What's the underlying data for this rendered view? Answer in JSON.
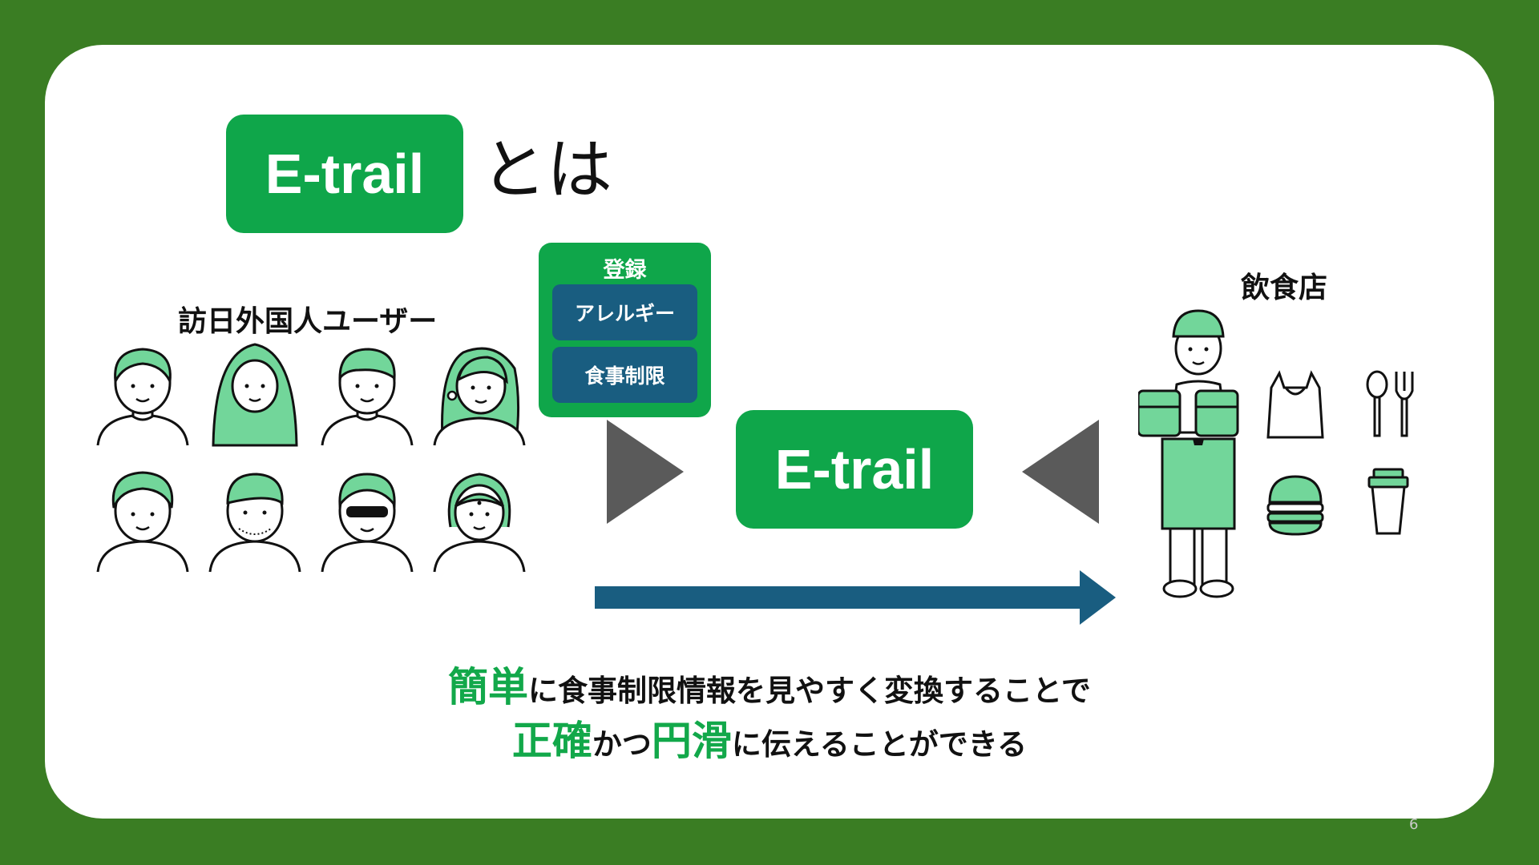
{
  "title": {
    "badge": "E-trail",
    "suffix": "とは"
  },
  "users_label": "訪日外国人ユーザー",
  "register": {
    "title": "登録",
    "items": [
      "アレルギー",
      "食事制限"
    ]
  },
  "center_badge": "E-trail",
  "restaurant_label": "飲食店",
  "caption": {
    "line1": {
      "highlight": "簡単",
      "rest": "に食事制限情報を見やすく変換することで"
    },
    "line2": {
      "h1": "正確",
      "t1": "かつ",
      "h2": "円滑",
      "t2": "に伝えることができる"
    }
  },
  "page_number": "6",
  "colors": {
    "background": "#3a7d23",
    "brand_green": "#0fa64a",
    "light_green": "#72d69a",
    "navy": "#195d80",
    "arrow_gray": "#5a5a5a"
  },
  "icons": [
    "person-icon",
    "shopping-bag-icon",
    "spoon-fork-icon",
    "burger-icon",
    "cup-icon",
    "staff-icon"
  ]
}
